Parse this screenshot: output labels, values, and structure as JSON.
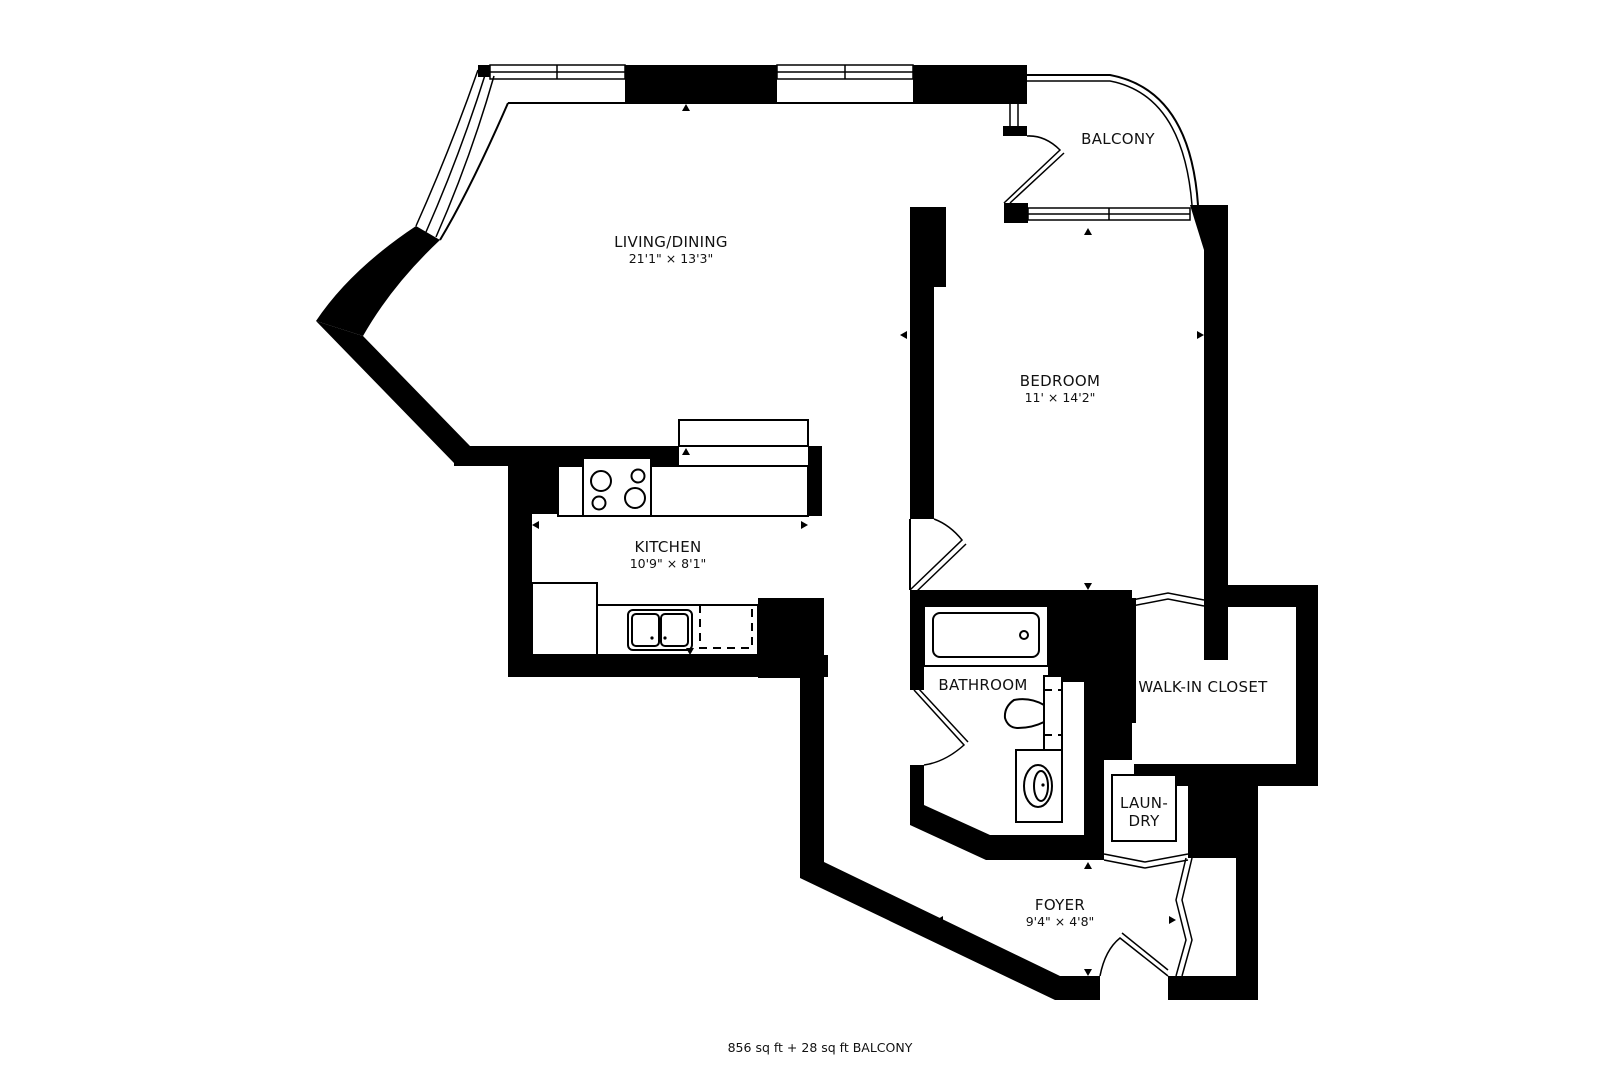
{
  "plan": {
    "rooms": [
      {
        "id": "living-dining",
        "name": "LIVING/DINING",
        "dimensions": "21'1\" × 13'3\""
      },
      {
        "id": "bedroom",
        "name": "BEDROOM",
        "dimensions": "11' × 14'2\""
      },
      {
        "id": "kitchen",
        "name": "KITCHEN",
        "dimensions": "10'9\" × 8'1\""
      },
      {
        "id": "balcony",
        "name": "BALCONY",
        "dimensions": ""
      },
      {
        "id": "bathroom",
        "name": "BATHROOM",
        "dimensions": ""
      },
      {
        "id": "walk-in-closet",
        "name": "WALK-IN CLOSET",
        "dimensions": ""
      },
      {
        "id": "laundry",
        "name": "LAUN-",
        "name_line2": "DRY",
        "dimensions": ""
      },
      {
        "id": "foyer",
        "name": "FOYER",
        "dimensions": "9'4\" × 4'8\""
      }
    ],
    "area_summary": "856 sq ft + 28 sq ft BALCONY",
    "colors": {
      "wall": "#000000",
      "background": "#ffffff",
      "text": "#111111"
    }
  }
}
